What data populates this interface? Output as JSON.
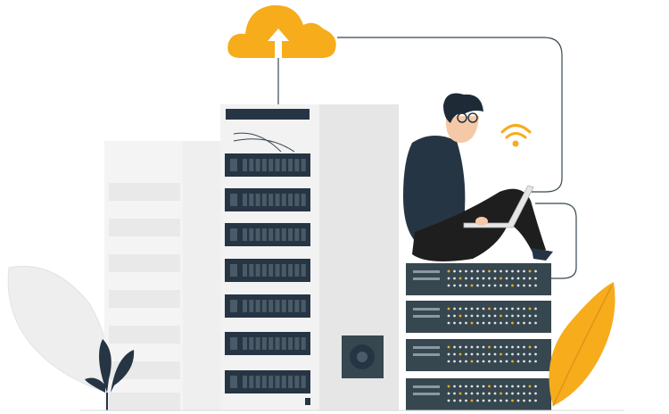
{
  "illustration": {
    "subject": "cloud-server-upload",
    "colors": {
      "accent": "#F6AC1B",
      "dark": "#263544",
      "server_dark": "#37474F",
      "panel": "#F2F2F2",
      "panel_side": "#E6E6E6",
      "faded": "#F4F4F4",
      "leaf_gray": "#EEEEEE"
    },
    "server_units_main": 7,
    "server_units_stack": 4
  }
}
